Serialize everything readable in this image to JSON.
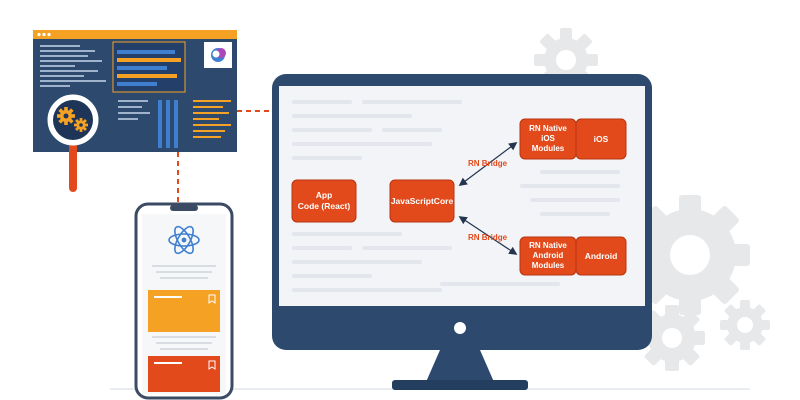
{
  "nodes": {
    "app_code": {
      "line1": "App",
      "line2": "Code (React)"
    },
    "js_core": {
      "label": "JavaScriptCore"
    },
    "rn_ios": {
      "line1": "RN Native",
      "line2": "iOS",
      "line3": "Modules"
    },
    "ios": {
      "label": "iOS"
    },
    "rn_android": {
      "line1": "RN Native",
      "line2": "Android",
      "line3": "Modules"
    },
    "android": {
      "label": "Android"
    }
  },
  "edges": {
    "bridge_top": "RN Bridge",
    "bridge_bottom": "RN Bridge"
  },
  "icons": [
    "react-logo-icon",
    "gear-icon",
    "magnifier-icon",
    "bookmark-icon",
    "app-logo-icon"
  ],
  "colors": {
    "node_fill": "#e24a1b",
    "node_stroke": "#b8340f",
    "navy": "#2d4a6e",
    "dark_navy": "#1e3557",
    "orange": "#f5a224",
    "screen_bg": "#f2f4f7",
    "gear": "#e6e6e6",
    "edge_label": "#e24a1b",
    "arrow": "#23344f"
  }
}
